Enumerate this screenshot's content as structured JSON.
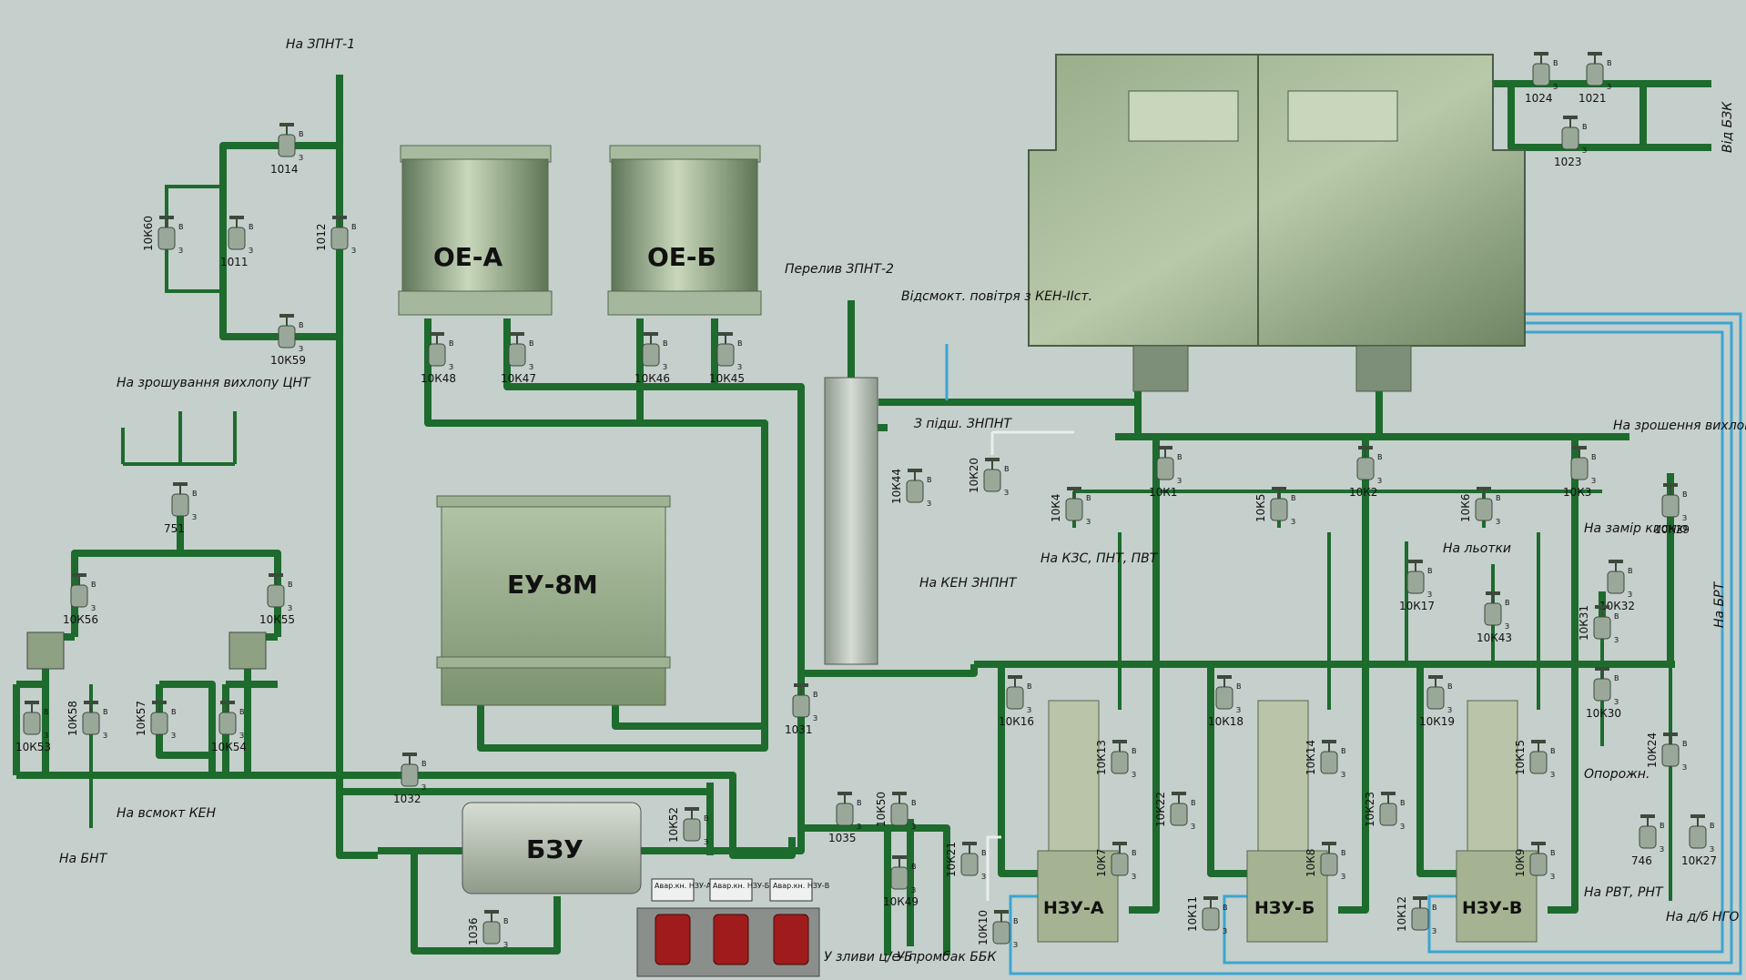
{
  "title_pipes": {
    "to_zpnt1": "На ЗПНТ-1",
    "overflow_zpnt2": "Перелив ЗПНТ-2",
    "air_suction": "Відсмокт. повітря з КЕН-IIст.",
    "from_bzk": "Від БЗК",
    "to_zroshuvannia_cnt": "На зрошування вихлопу ЦНТ",
    "to_zroshennia_bnt": "На зрошення вихлопу БНТ",
    "from_pidshznpnt": "З підш. ЗНПНТ",
    "to_ken_znpnt": "На КЕН ЗНПНТ",
    "to_kzs": "На КЗС, ПНТ, ПВТ",
    "to_lotky": "На льотки",
    "to_zamir_kysniu": "На замір кисню",
    "to_brt": "На БРТ",
    "drain": "Опорожн.",
    "to_rvt": "На РВТ, РНТ",
    "to_db_ngo": "На д/б НГО",
    "to_vsmokt_ken": "На всмокт КЕН",
    "to_bnt": "На БНТ",
    "to_zlyvy": "У зливи ц/е-Б",
    "to_prombak": "У промбак ББК"
  },
  "equipment": {
    "oe_a": "ОЕ-А",
    "oe_b": "ОЕ-Б",
    "eu8m": "ЕУ-8М",
    "bzu": "БЗУ",
    "nzu_a": "НЗУ-А",
    "nzu_b": "НЗУ-Б",
    "nzu_v": "НЗУ-В"
  },
  "alarm_buttons": [
    {
      "label": "Авар.кн. НЗУ-А"
    },
    {
      "label": "Авар.кн. НЗУ-Б"
    },
    {
      "label": "Авар.кн. НЗУ-В"
    }
  ],
  "valve_tags": {
    "v1014": "1014",
    "v1011": "1011",
    "v1012": "1012",
    "k60": "10К60",
    "k59": "10К59",
    "v751": "751",
    "k56": "10К56",
    "k55": "10К55",
    "k58": "10К58",
    "k53": "10К53",
    "k57": "10К57",
    "k54": "10К54",
    "v1032": "1032",
    "k52": "10К52",
    "v1036": "1036",
    "k48": "10К48",
    "k47": "10К47",
    "k46": "10К46",
    "k45": "10К45",
    "v1031": "1031",
    "v1035": "1035",
    "k50": "10К50",
    "k49": "10К49",
    "k44": "10К44",
    "k20": "10К20",
    "v1024": "1024",
    "v1021": "1021",
    "v1023": "1023",
    "k1": "10К1",
    "k2": "10К2",
    "k3": "10К3",
    "k4": "10К4",
    "k5": "10К5",
    "k6": "10К6",
    "k17": "10К17",
    "k43": "10К43",
    "k29": "10К29",
    "k32": "10К32",
    "k31": "10К31",
    "k30": "10К30",
    "k24": "10К24",
    "k27": "10К27",
    "v746": "746",
    "k16": "10К16",
    "k18": "10К18",
    "k19": "10К19",
    "k13": "10К13",
    "k14": "10К14",
    "k15": "10К15",
    "k7": "10К7",
    "k8": "10К8",
    "k9": "10К9",
    "k22": "10К22",
    "k23": "10К23",
    "k21": "10К21",
    "k10": "10К10",
    "k11": "10К11",
    "k12": "10К12"
  },
  "valve_marks": {
    "b": "В",
    "z": "З"
  },
  "colors": {
    "background": "#c5cfcb",
    "pipe": "#1d6b2d",
    "air_line": "#3aa6d2",
    "equipment": "#8fa784",
    "alarm": "#a01b1b"
  }
}
